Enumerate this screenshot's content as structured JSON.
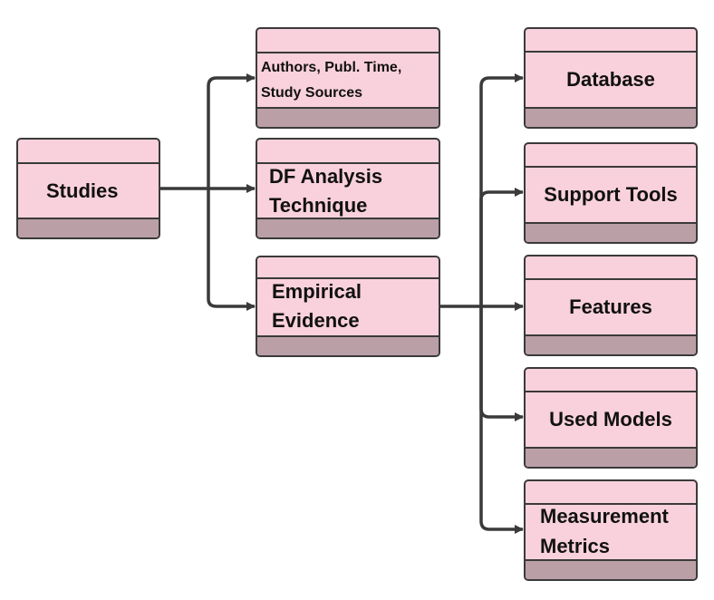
{
  "nodes": {
    "studies": {
      "label": "Studies"
    },
    "authors": {
      "line1": "Authors, Publ. Time,",
      "line2": "Study Sources"
    },
    "df_analysis": {
      "line1": "DF Analysis",
      "line2": "Technique"
    },
    "empirical": {
      "line1": "Empirical",
      "line2": "Evidence"
    },
    "database": {
      "label": "Database"
    },
    "support_tools": {
      "label": "Support Tools"
    },
    "features": {
      "label": "Features"
    },
    "used_models": {
      "label": "Used Models"
    },
    "measurement": {
      "line1": "Measurement",
      "line2": "Metrics"
    }
  },
  "colors": {
    "box_fill": "#f9d1dc",
    "box_footer": "#bb9fa6",
    "line": "#3a3a3a"
  }
}
